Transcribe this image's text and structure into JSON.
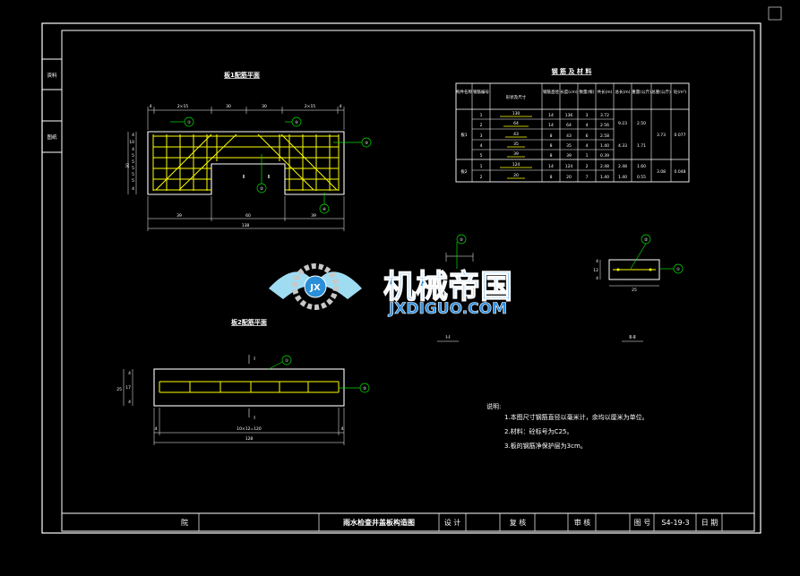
{
  "side_labels": [
    "资料",
    "图纸"
  ],
  "plan1": {
    "title": "板1配筋平面",
    "dims_top": [
      "4",
      "2×15",
      "30",
      "30",
      "2×15",
      "4"
    ],
    "dims_bottom": [
      "39",
      "60",
      "39"
    ],
    "total_bottom": "138",
    "left_dims": [
      "4",
      "10",
      "4",
      "5",
      "5",
      "5",
      "5",
      "5",
      "4"
    ],
    "left_total": "30",
    "marker_below": "Ⅱ"
  },
  "plan2": {
    "title": "板2配筋平面",
    "section_mark_top": "Ⅰ",
    "section_mark_bottom": "Ⅰ",
    "left_dims": [
      "4",
      "17",
      "4"
    ],
    "left_total": "25",
    "dim_inner": "10×12=120",
    "left_end": "4",
    "right_end": "4",
    "total": "128"
  },
  "callouts": [
    "①",
    "②",
    "③",
    "④",
    "⑤"
  ],
  "table": {
    "title": "钢 筋 及 材 料",
    "headers": [
      "构件名称",
      "钢筋编号",
      "形状及尺寸",
      "钢筋直径",
      "长度(cm)",
      "数量(根)",
      "共长(m)",
      "总长(m)",
      "重量(公斤)",
      "总重(公斤)",
      "砼(m³)"
    ],
    "rows": [
      [
        "板1",
        "1",
        "130",
        "14",
        "136",
        "3",
        "3.72",
        "9.23",
        "2.50",
        "3.73",
        "0.077"
      ],
      [
        "",
        "2",
        "64",
        "14",
        "64",
        "4",
        "2.56",
        "",
        "",
        "",
        ""
      ],
      [
        "",
        "3",
        "43",
        "8",
        "43",
        "6",
        "2.58",
        "",
        "",
        "",
        ""
      ],
      [
        "",
        "4",
        "35",
        "8",
        "35",
        "4",
        "1.40",
        "4.33",
        "1.71",
        "",
        ""
      ],
      [
        "",
        "5",
        "39",
        "8",
        "39",
        "1",
        "0.39",
        "",
        "",
        "",
        ""
      ],
      [
        "板2",
        "1",
        "124",
        "14",
        "124",
        "2",
        "2.48",
        "2.48",
        "1.60",
        "3.08",
        "0.048"
      ],
      [
        "",
        "2",
        "20",
        "8",
        "20",
        "7",
        "1.40",
        "1.40",
        "0.55",
        "",
        ""
      ]
    ]
  },
  "sections": {
    "s1_label": "Ⅰ-Ⅰ",
    "s2_label": "Ⅱ-Ⅱ",
    "s2_width": "25",
    "s2_dims": [
      "4",
      "12",
      "4"
    ]
  },
  "watermark": {
    "cn": "机械帝国",
    "en": "JXDIGUO.COM"
  },
  "notes": {
    "heading": "说明:",
    "items": [
      "1.本图尺寸钢筋直径以毫米计，余均以厘米为单位。",
      "2.材料：砼标号为C25。",
      "3.板的钢筋净保护层为3cm。"
    ]
  },
  "title_block": {
    "org": "院",
    "drawing_title": "雨水检查井盖板构造图",
    "design": "设 计",
    "review": "复 核",
    "audit": "审 核",
    "drawing_no_label": "图 号",
    "drawing_no": "S4-19-3",
    "date_label": "日 期"
  },
  "colors": {
    "background": "#000000",
    "lines": "#ffffff",
    "rebar": "#ffff00",
    "leaders": "#00e000"
  }
}
